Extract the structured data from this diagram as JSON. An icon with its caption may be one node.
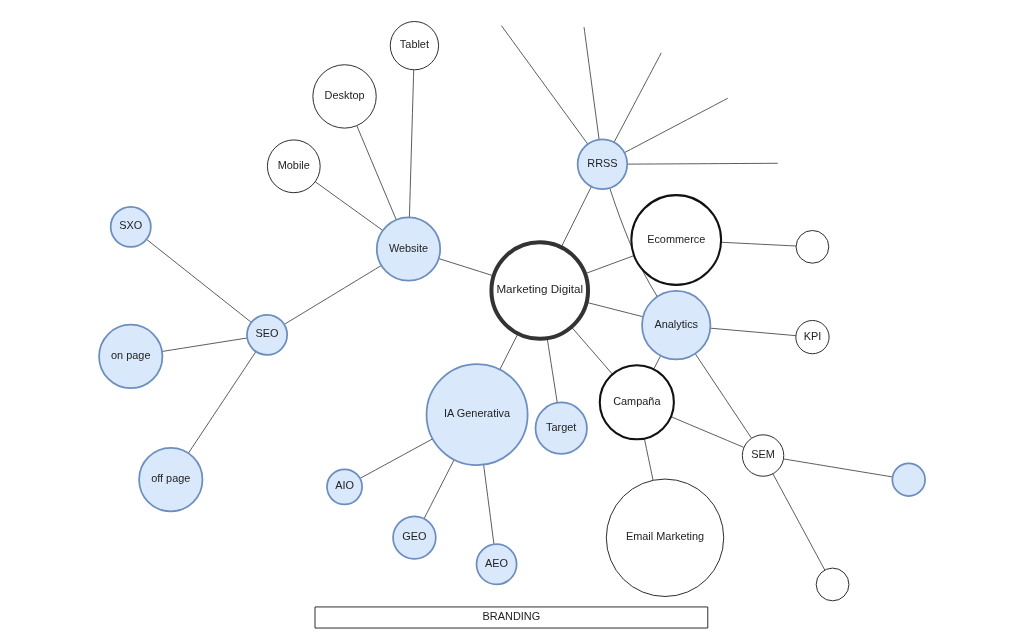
{
  "diagram": {
    "nodes": [
      {
        "text": [
          "Desktop"
        ]
      },
      {
        "text": [
          "Tablet"
        ]
      },
      {
        "text": [
          "RRSS"
        ]
      },
      {
        "text": [
          "Mobile"
        ]
      },
      {
        "text": [
          "Ecommerce"
        ]
      },
      {
        "text": [
          "SXO"
        ]
      },
      {
        "text": [
          "SEO"
        ]
      },
      {
        "text": [
          "Website"
        ]
      },
      {
        "text": [],
        "shape": "circle"
      },
      {
        "text": [
          "on page"
        ]
      },
      {
        "text": [
          "Marketing Digital"
        ]
      },
      {
        "text": [
          "AIO"
        ]
      },
      {
        "text": [
          "off page"
        ]
      },
      {
        "text": [
          "Analytics"
        ]
      },
      {
        "text": [
          "KPI"
        ]
      },
      {
        "text": [
          "GEO"
        ]
      },
      {
        "text": [
          "IA Generativa"
        ]
      },
      {
        "text": [
          "Target"
        ]
      },
      {
        "text": [
          "Campaña"
        ]
      },
      {
        "text": [
          "SEM"
        ]
      },
      {
        "text": [],
        "shape": "circle"
      },
      {
        "text": [
          "AEO"
        ]
      },
      {
        "text": [
          "Email Marketing"
        ]
      },
      {
        "text": [],
        "shape": "circle"
      },
      {
        "text": [
          "BRANDING"
        ]
      }
    ],
    "edges": [
      {
        "from": 10,
        "to": 16,
        "arrow": "none"
      },
      {
        "from": 10,
        "to": 17,
        "arrow": "none"
      },
      {
        "from": 10,
        "to": 18,
        "arrow": "none"
      },
      {
        "from": 10,
        "to": 13,
        "arrow": "none"
      },
      {
        "from": 10,
        "to": 4,
        "arrow": "none"
      },
      {
        "from": 10,
        "to": 2,
        "arrow": "none"
      },
      {
        "from": 10,
        "to": 7,
        "arrow": "none"
      },
      {
        "from": 16,
        "to": 11,
        "arrow": "none"
      },
      {
        "from": 16,
        "to": 15,
        "arrow": "none"
      },
      {
        "from": 16,
        "to": 21,
        "arrow": "none"
      },
      {
        "from": 18,
        "to": 22,
        "arrow": "none"
      },
      {
        "from": 18,
        "to": 19,
        "arrow": "none"
      },
      {
        "from": 19,
        "to": 23,
        "arrow": "none"
      },
      {
        "from": 19,
        "to": 20,
        "arrow": "none"
      },
      {
        "from": 13,
        "to": 14,
        "arrow": "none"
      },
      {
        "from": 13,
        "to": 18,
        "arrow": "none"
      },
      {
        "from": 13,
        "to": 19,
        "arrow": "none"
      },
      {
        "from": 4,
        "to": 8,
        "arrow": "none"
      },
      {
        "from": 2,
        "to": null,
        "arrow": "none"
      },
      {
        "from": 2,
        "to": null,
        "arrow": "none"
      },
      {
        "from": 2,
        "to": null,
        "arrow": "none"
      },
      {
        "from": 2,
        "to": null,
        "arrow": "none"
      },
      {
        "from": 2,
        "to": null,
        "arrow": "none"
      },
      {
        "from": 2,
        "to": 13,
        "arrow": "none"
      },
      {
        "from": 7,
        "to": 1,
        "arrow": "none"
      },
      {
        "from": 7,
        "to": 0,
        "arrow": "none"
      },
      {
        "from": 7,
        "to": 3,
        "arrow": "none"
      },
      {
        "from": 7,
        "to": 6,
        "arrow": "none"
      },
      {
        "from": 6,
        "to": 5,
        "arrow": "none"
      },
      {
        "from": 6,
        "to": 9,
        "arrow": "none"
      },
      {
        "from": 6,
        "to": 12,
        "arrow": "none"
      }
    ]
  }
}
